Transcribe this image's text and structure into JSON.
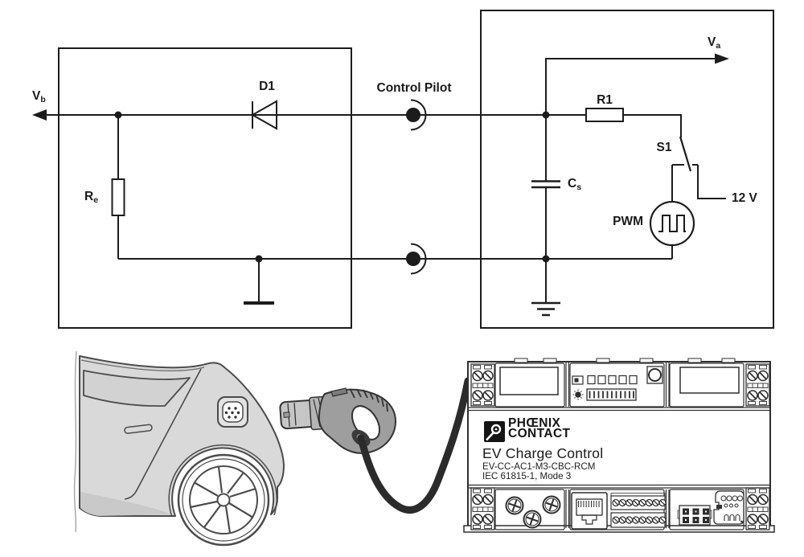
{
  "colors": {
    "line": "#1c1c1c",
    "car_fill": "#d9d9d9",
    "car_stroke": "#4b4b4b",
    "cable": "#2b2b2b",
    "device_stroke": "#2f2f2f"
  },
  "circuit": {
    "control_pilot_label": "Control Pilot",
    "vehicle": {
      "vb": {
        "main": "V",
        "sub": "b"
      },
      "d1": "D1",
      "re": {
        "main": "R",
        "sub": "e"
      }
    },
    "charger": {
      "va": {
        "main": "V",
        "sub": "a"
      },
      "r1": "R1",
      "s1": "S1",
      "supply": "12 V",
      "cs": {
        "main": "C",
        "sub": "s"
      },
      "pwm": "PWM"
    }
  },
  "device": {
    "brand_top": "PHŒNIX",
    "brand_bottom": "CONTACT",
    "product": "EV Charge Control",
    "model": "EV-CC-AC1-M3-CBC-RCM",
    "standard": "IEC 61815-1, Mode 3"
  }
}
